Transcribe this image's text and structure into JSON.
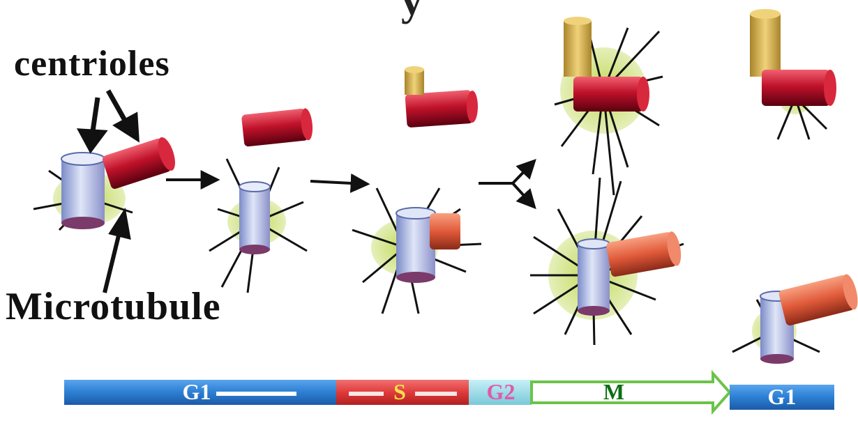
{
  "title_fragment": "y",
  "labels": {
    "centrioles": "centrioles",
    "microtubule": "Microtubule"
  },
  "timeline": {
    "phases": [
      {
        "name": "G1",
        "color": "#2c7fd3",
        "text_color": "#ffffff"
      },
      {
        "name": "S",
        "color": "#e03a3a",
        "text_color": "#f3e04a"
      },
      {
        "name": "G2",
        "color": "#8fdbe8",
        "text_color": "#e05aa8"
      },
      {
        "name": "M",
        "color": "#6cc34a",
        "text_color": "#0d6e12"
      },
      {
        "name": "G1",
        "color": "#2c7fd3",
        "text_color": "#ffffff"
      }
    ]
  },
  "colors": {
    "mother_centriole": "#c8c0e0",
    "daughter_centriole": "#c0122a",
    "new_daughter": "#e85a3a",
    "old_mother_gold": "#d9b44a",
    "pcm": "#b5d23a",
    "microtubule": "#1a1a1a"
  }
}
